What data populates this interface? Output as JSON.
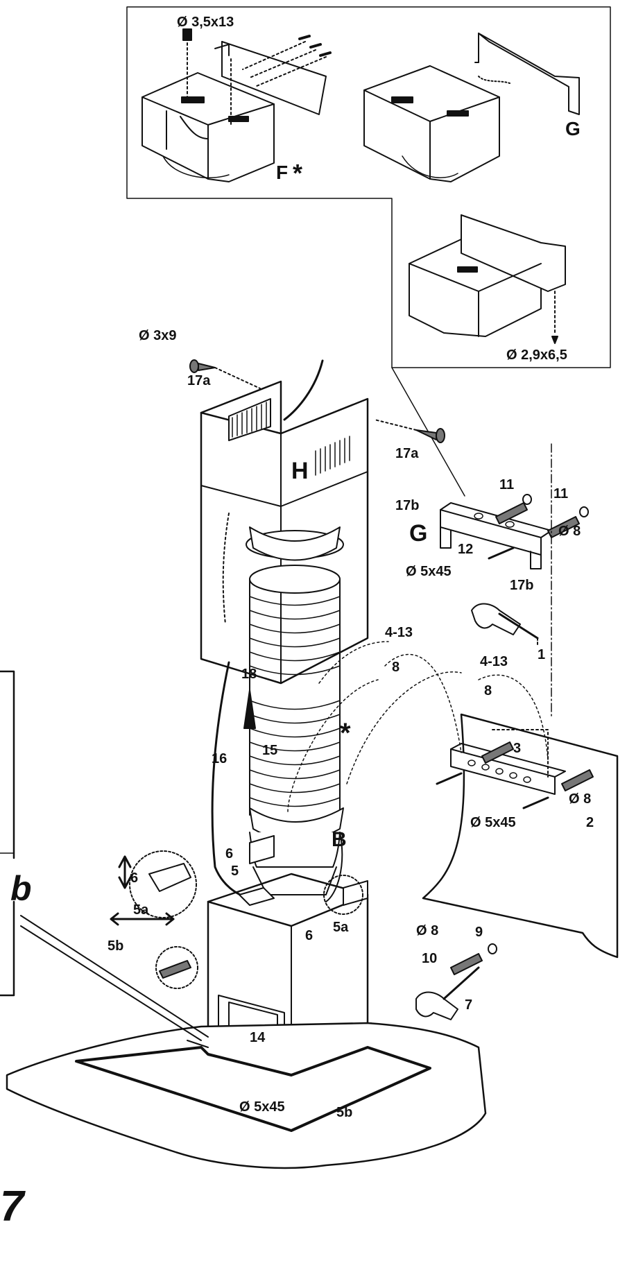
{
  "figure": {
    "number": "7",
    "detail_letter": "b"
  },
  "inset": {
    "screw_top": "Ø 3,5x13",
    "part_f": "F",
    "part_f_star": "*",
    "part_g_top": "G",
    "screw_small": "Ø 2,9x6,5"
  },
  "chimney": {
    "screw_17a_size": "Ø 3x9",
    "ref_17a_left": "17a",
    "ref_17a_right": "17a",
    "part_h": "H",
    "ref_18": "18",
    "ref_15": "15",
    "ref_16": "16",
    "star": "*",
    "part_b": "B"
  },
  "bracket": {
    "ref_17b_left": "17b",
    "part_g": "G",
    "ref_11_a": "11",
    "ref_11_b": "11",
    "dowel_size_a": "Ø 8",
    "ref_12": "12",
    "screw_size_a": "Ø 5x45",
    "ref_17b_right": "17b",
    "ref_1": "1"
  },
  "wall": {
    "ref_4_13_a": "4-13",
    "ref_8_a": "8",
    "ref_4_13_b": "4-13",
    "ref_8_b": "8",
    "ref_3": "3",
    "dowel_size_b": "Ø 8",
    "screw_size_b": "Ø 5x45",
    "ref_2": "2"
  },
  "fixings": {
    "dowel_size_c": "Ø 8",
    "ref_9": "9",
    "ref_10": "10",
    "ref_7": "7"
  },
  "motor": {
    "ref_6_left": "6",
    "ref_5a_left": "5a",
    "ref_5b_left": "5b",
    "ref_6_mid": "6",
    "ref_5_mid": "5",
    "ref_6_right": "6",
    "ref_5a_right": "5a",
    "ref_14": "14",
    "screw_size_c": "Ø 5x45",
    "ref_5b_right": "5b"
  }
}
